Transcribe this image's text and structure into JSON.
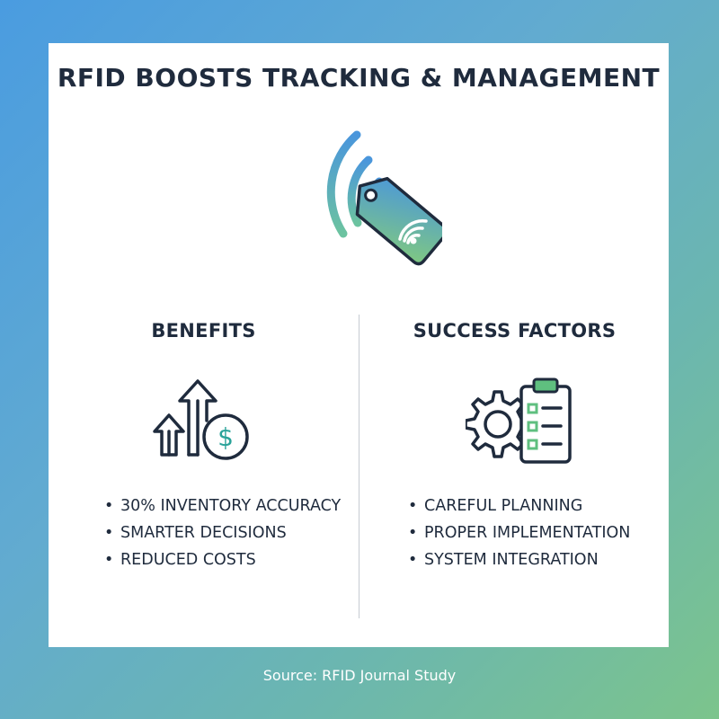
{
  "title": "RFID BOOSTS TRACKING & MANAGEMENT",
  "hero_icon": "rfid-tag-icon",
  "benefits": {
    "heading": "BENEFITS",
    "icon": "growth-arrows-dollar-icon",
    "items": [
      "30% INVENTORY ACCURACY",
      "SMARTER DECISIONS",
      "REDUCED COSTS"
    ]
  },
  "success_factors": {
    "heading": "SUCCESS FACTORS",
    "icon": "gear-checklist-icon",
    "items": [
      "CAREFUL PLANNING",
      "PROPER IMPLEMENTATION",
      "SYSTEM INTEGRATION"
    ]
  },
  "source": "Source: RFID Journal Study",
  "colors": {
    "accent_blue": "#4a9ce0",
    "accent_green": "#7cc48c",
    "dollar_teal": "#2aa39a",
    "text_dark": "#1f2b3d"
  }
}
